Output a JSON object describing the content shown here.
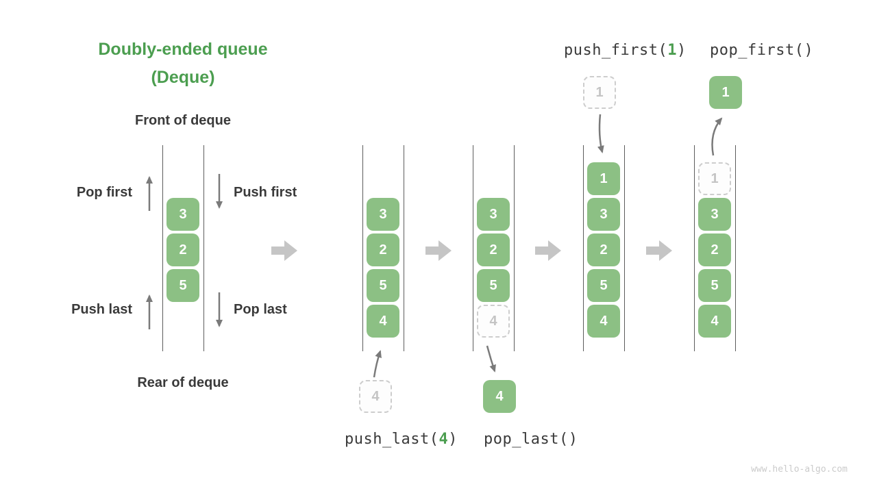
{
  "title": {
    "line1": "Doubly-ended queue",
    "line2": "(Deque)"
  },
  "labels": {
    "front_of_deque": "Front of deque",
    "rear_of_deque": "Rear of deque",
    "pop_first": "Pop first",
    "push_first": "Push first",
    "push_last": "Push last",
    "pop_last": "Pop last"
  },
  "code_labels": {
    "push_first": {
      "before": "push_first(",
      "arg": "1",
      "after": ")"
    },
    "pop_first": "pop_first()",
    "push_last": {
      "before": "push_last(",
      "arg": "4",
      "after": ")"
    },
    "pop_last": "pop_last()"
  },
  "queues": [
    {
      "id": "deque-initial",
      "cells": [
        "3",
        "2",
        "5"
      ]
    },
    {
      "id": "after-push-last",
      "cells": [
        "3",
        "2",
        "5",
        "4"
      ],
      "ghost_below": "4"
    },
    {
      "id": "during-pop-last",
      "cells": [
        "3",
        "2",
        "5"
      ],
      "ghost_slot": "4",
      "popped_below": "4"
    },
    {
      "id": "after-push-first",
      "cells": [
        "1",
        "3",
        "2",
        "5",
        "4"
      ],
      "ghost_above": "1"
    },
    {
      "id": "during-pop-first",
      "cells": [
        "3",
        "2",
        "5",
        "4"
      ],
      "ghost_slot": "1",
      "popped_above": "1"
    }
  ],
  "watermark": "www.hello-algo.com",
  "colors": {
    "accent_green": "#4c9e50",
    "cell_green": "#8cc084",
    "cell_text": "#ffffff",
    "ghost_border": "#cdcdcd",
    "ghost_text": "#c4c4c4",
    "thin_arrow_gray": "#7a7a7a",
    "big_arrow_gray": "#c5c5c5",
    "wall_gray": "#5c5c5c",
    "text_dark": "#3a3a3a",
    "watermark_gray": "#cbcbcb"
  }
}
